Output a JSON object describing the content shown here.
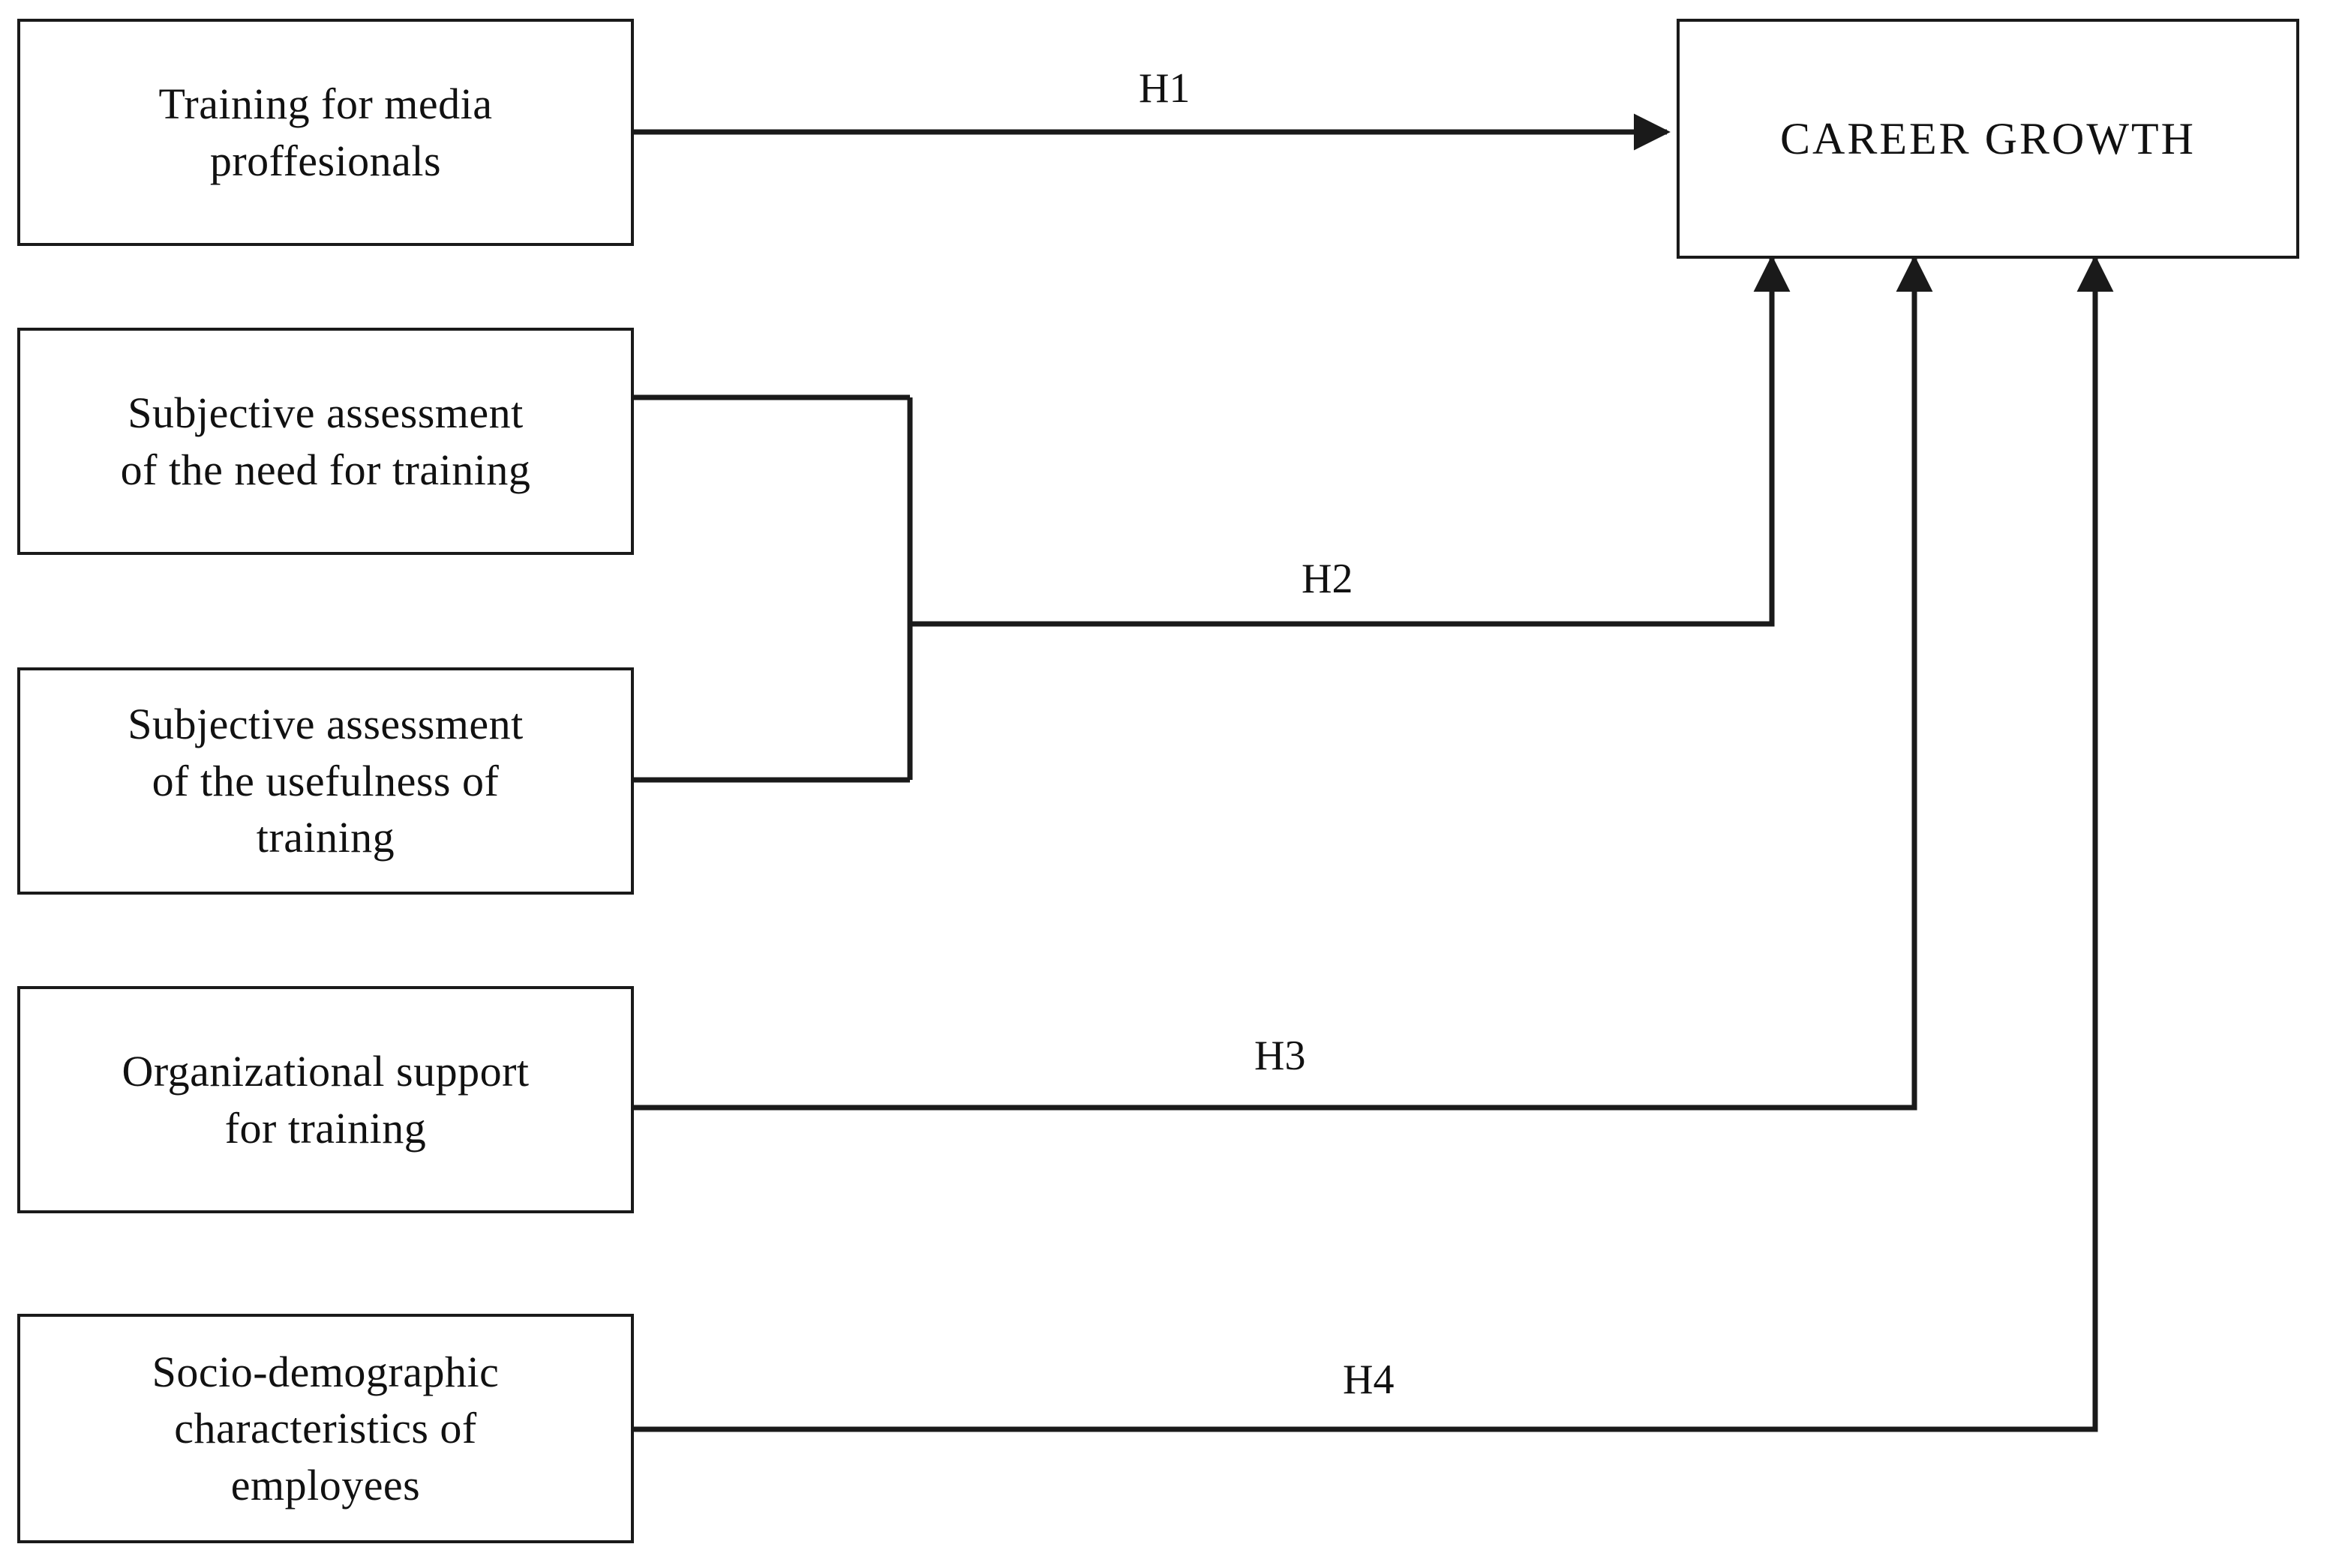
{
  "diagram": {
    "type": "conceptual-research-model",
    "background_color": "#ffffff",
    "line_color": "#1a1a1a",
    "text_color": "#111111",
    "nodes": [
      {
        "id": "training-media",
        "label": "Training for media\nproffesionals",
        "role": "predictor"
      },
      {
        "id": "need-assessment",
        "label": "Subjective assessment\nof the  need for training",
        "role": "predictor"
      },
      {
        "id": "usefulness-assessment",
        "label": "Subjective assessment\nof the usefulness of\ntraining",
        "role": "predictor"
      },
      {
        "id": "org-support",
        "label": "Organizational support\nfor training",
        "role": "predictor"
      },
      {
        "id": "socio-demographic",
        "label": "Socio-demographic\ncharacteristics of\nemployees",
        "role": "predictor"
      },
      {
        "id": "career-growth",
        "label": "CAREER  GROWTH",
        "role": "outcome"
      }
    ],
    "edges": [
      {
        "id": "h1",
        "label": "H1",
        "from": "training-media",
        "to": "career-growth"
      },
      {
        "id": "h2",
        "label": "H2",
        "from": "need-assessment + usefulness-assessment",
        "to": "career-growth"
      },
      {
        "id": "h3",
        "label": "H3",
        "from": "org-support",
        "to": "career-growth"
      },
      {
        "id": "h4",
        "label": "H4",
        "from": "socio-demographic",
        "to": "career-growth"
      }
    ]
  }
}
